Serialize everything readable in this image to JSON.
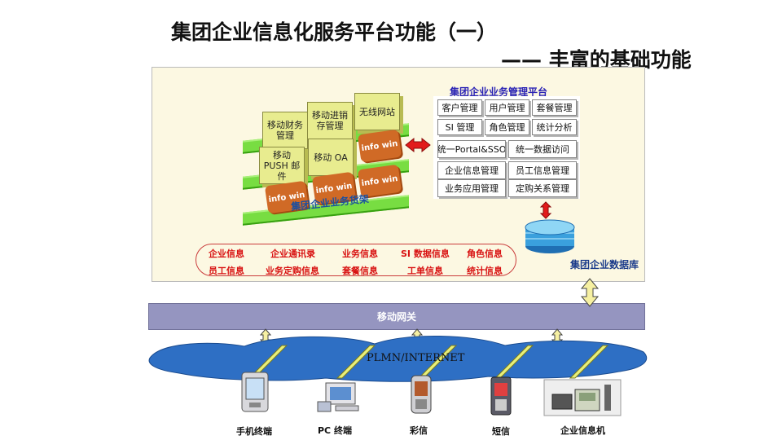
{
  "title": "集团企业信息化服务平台功能（一）",
  "subtitle": "—— 丰富的基础功能",
  "shelf": {
    "caption": "集团企业业务货架",
    "top_row": [
      "移动财务管理",
      "移动进销存管理",
      "无线网站"
    ],
    "middle_row": [
      "移动 PUSH 邮件",
      "移动 OA",
      "info win"
    ],
    "bottom_row": [
      "info win",
      "info win",
      "info win"
    ]
  },
  "platform": {
    "title": "集团企业业务管理平台",
    "row1": [
      "客户管理",
      "用户管理",
      "套餐管理"
    ],
    "row2": [
      "SI 管理",
      "角色管理",
      "统计分析"
    ],
    "row3": [
      "统一Portal&SSO",
      "统一数据访问"
    ],
    "row4": [
      "企业信息管理",
      "员工信息管理"
    ],
    "row5": [
      "业务应用管理",
      "定购关系管理"
    ]
  },
  "info": {
    "row1": [
      "企业信息",
      "企业通讯录",
      "业务信息",
      "SI 数据信息",
      "角色信息"
    ],
    "row2": [
      "员工信息",
      "业务定购信息",
      "套餐信息",
      "工单信息",
      "统计信息"
    ]
  },
  "database": {
    "label": "集团企业数据库"
  },
  "gateway": {
    "label": "移动网关"
  },
  "network": {
    "label": "PLMN/INTERNET"
  },
  "devices": [
    "手机终端",
    "PC 终端",
    "彩信",
    "短信",
    "企业信息机"
  ],
  "colors": {
    "shelf": "#78dd42",
    "module": "#e8ec8f",
    "info_text": "#d81010",
    "gateway": "#9595c0",
    "cloud": "#2e6fc4",
    "db": "#3aa0dd"
  }
}
